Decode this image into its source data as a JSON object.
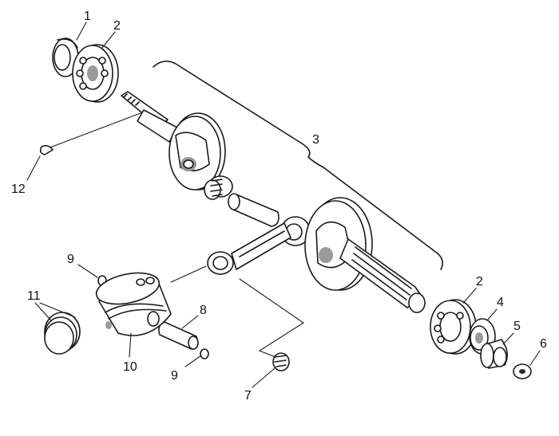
{
  "callouts": [
    {
      "id": "1",
      "text": "1"
    },
    {
      "id": "2a",
      "text": "2"
    },
    {
      "id": "2b",
      "text": "2"
    },
    {
      "id": "3",
      "text": "3"
    },
    {
      "id": "4",
      "text": "4"
    },
    {
      "id": "5",
      "text": "5"
    },
    {
      "id": "6",
      "text": "6"
    },
    {
      "id": "7",
      "text": "7"
    },
    {
      "id": "8",
      "text": "8"
    },
    {
      "id": "9a",
      "text": "9"
    },
    {
      "id": "9b",
      "text": "9"
    },
    {
      "id": "10",
      "text": "10"
    },
    {
      "id": "11",
      "text": "11"
    },
    {
      "id": "12",
      "text": "12"
    }
  ]
}
